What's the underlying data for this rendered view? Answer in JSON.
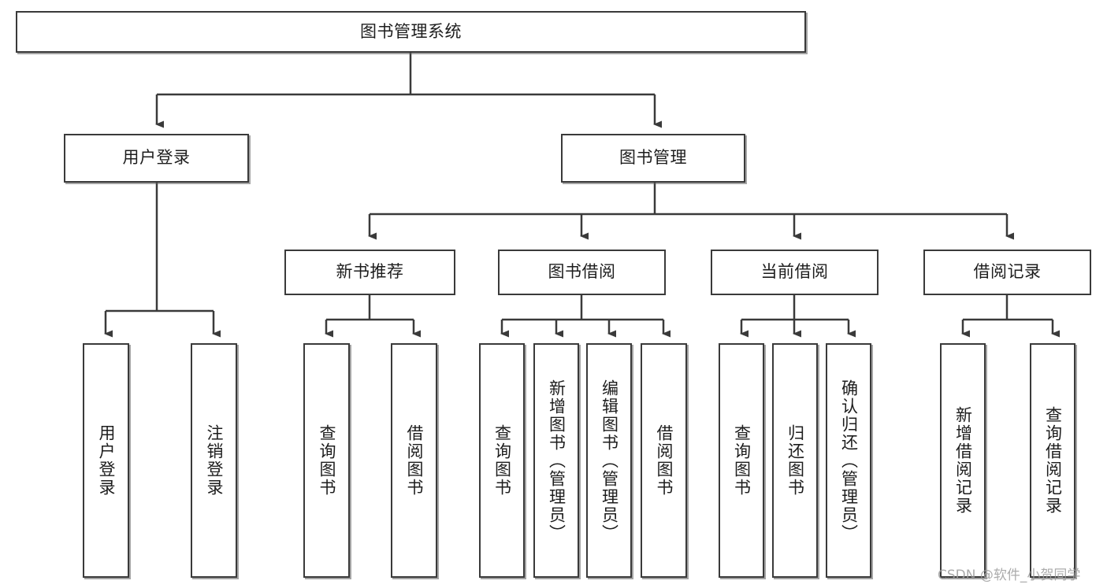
{
  "diagram": {
    "title_node": {
      "label": "图书管理系统"
    },
    "level2": [
      {
        "id": "user-login",
        "label": "用户登录"
      },
      {
        "id": "book-management",
        "label": "图书管理"
      }
    ],
    "level3": [
      {
        "id": "new-book-recommend",
        "label": "新书推荐"
      },
      {
        "id": "book-borrow",
        "label": "图书借阅"
      },
      {
        "id": "current-borrow",
        "label": "当前借阅"
      },
      {
        "id": "borrow-record",
        "label": "借阅记录"
      }
    ],
    "leaves": {
      "user_login": [
        {
          "id": "leaf-user-login",
          "label": "用户登录"
        },
        {
          "id": "leaf-logout-login",
          "label": "注销登录"
        }
      ],
      "new_book_recommend": [
        {
          "id": "leaf-query-book-1",
          "label": "查询图书"
        },
        {
          "id": "leaf-borrow-book-1",
          "label": "借阅图书"
        }
      ],
      "book_borrow": [
        {
          "id": "leaf-query-book-2",
          "label": "查询图书"
        },
        {
          "id": "leaf-add-book",
          "label": "新增图书（管理员）"
        },
        {
          "id": "leaf-edit-book",
          "label": "编辑图书（管理员）"
        },
        {
          "id": "leaf-borrow-book-2",
          "label": "借阅图书"
        }
      ],
      "current_borrow": [
        {
          "id": "leaf-query-book-3",
          "label": "查询图书"
        },
        {
          "id": "leaf-return-book",
          "label": "归还图书"
        },
        {
          "id": "leaf-confirm-return",
          "label": "确认归还（管理员）"
        }
      ],
      "borrow_record": [
        {
          "id": "leaf-add-record",
          "label": "新增借阅记录"
        },
        {
          "id": "leaf-query-record",
          "label": "查询借阅记录"
        }
      ]
    }
  },
  "watermark": {
    "text": "CSDN @软件_小贺同学"
  },
  "colors": {
    "stroke": "#3a3a3a",
    "fill": "#ffffff",
    "text": "#1d1d1d",
    "watermark": "#9d9d9d"
  }
}
